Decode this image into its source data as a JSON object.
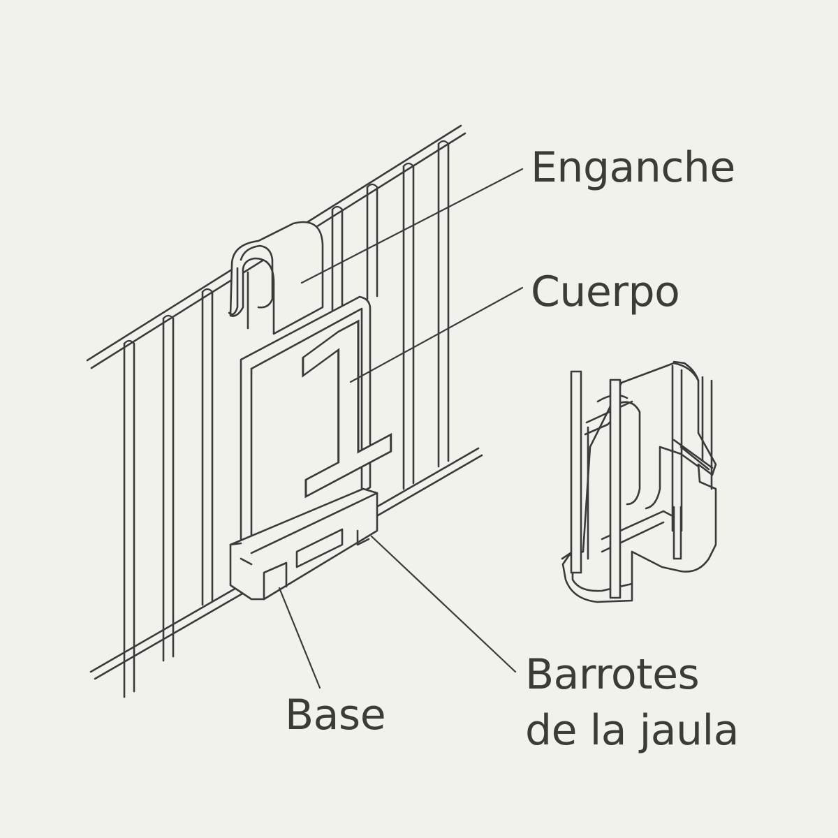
{
  "labels": {
    "enganche": "Enganche",
    "cuerpo": "Cuerpo",
    "base": "Base",
    "barrotes_line1": "Barrotes",
    "barrotes_line2": "de la jaula"
  },
  "tag_number": "1",
  "colors": {
    "background": "#f2f2ed",
    "line": "#3a3a36",
    "text": "#3c3c37"
  }
}
